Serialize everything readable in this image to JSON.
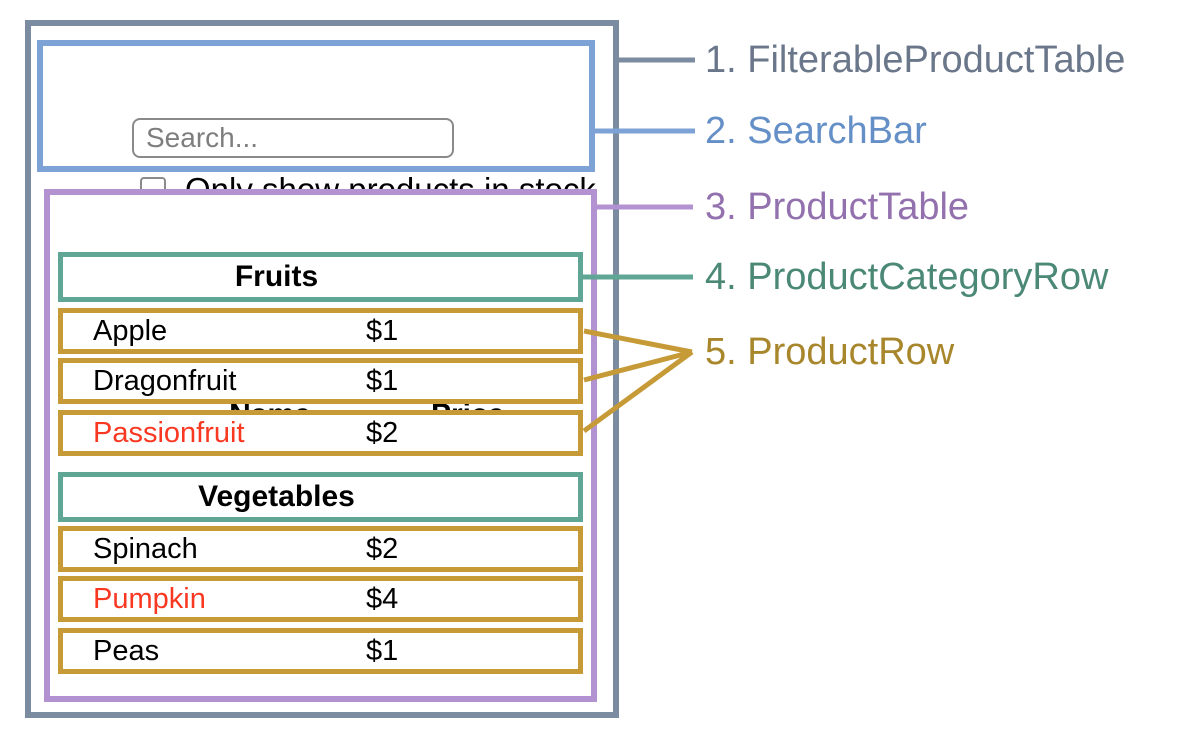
{
  "search_bar": {
    "placeholder": "Search...",
    "checkbox_label": "Only show products in stock",
    "checkbox_checked": false
  },
  "table": {
    "headers": {
      "name": "Name",
      "price": "Price"
    },
    "sections": [
      {
        "category": "Fruits",
        "rows": [
          {
            "name": "Apple",
            "price": "$1",
            "red": false
          },
          {
            "name": "Dragonfruit",
            "price": "$1",
            "red": false
          },
          {
            "name": "Passionfruit",
            "price": "$2",
            "red": true
          }
        ]
      },
      {
        "category": "Vegetables",
        "rows": [
          {
            "name": "Spinach",
            "price": "$2",
            "red": false
          },
          {
            "name": "Pumpkin",
            "price": "$4",
            "red": true
          },
          {
            "name": "Peas",
            "price": "$1",
            "red": false
          }
        ]
      }
    ]
  },
  "legend": [
    {
      "id": "filterable-product-table",
      "label": "1. FilterableProductTable",
      "color": "#6A7689"
    },
    {
      "id": "search-bar",
      "label": "2. SearchBar",
      "color": "#6590C7"
    },
    {
      "id": "product-table",
      "label": "3. ProductTable",
      "color": "#9271AE"
    },
    {
      "id": "product-category-row",
      "label": "4. ProductCategoryRow",
      "color": "#4B8876"
    },
    {
      "id": "product-row",
      "label": "5. ProductRow",
      "color": "#A8862B"
    }
  ],
  "colors": {
    "slate_border": "#7B8BA0",
    "blue_border": "#7CA2D6",
    "purple_border": "#B392D1",
    "teal_border": "#5FA794",
    "gold_border": "#C69A36",
    "red_text": "#F93822",
    "input_border": "#8A8A8A",
    "placeholder_text": "#7E7E7E",
    "body_text": "#000000"
  }
}
